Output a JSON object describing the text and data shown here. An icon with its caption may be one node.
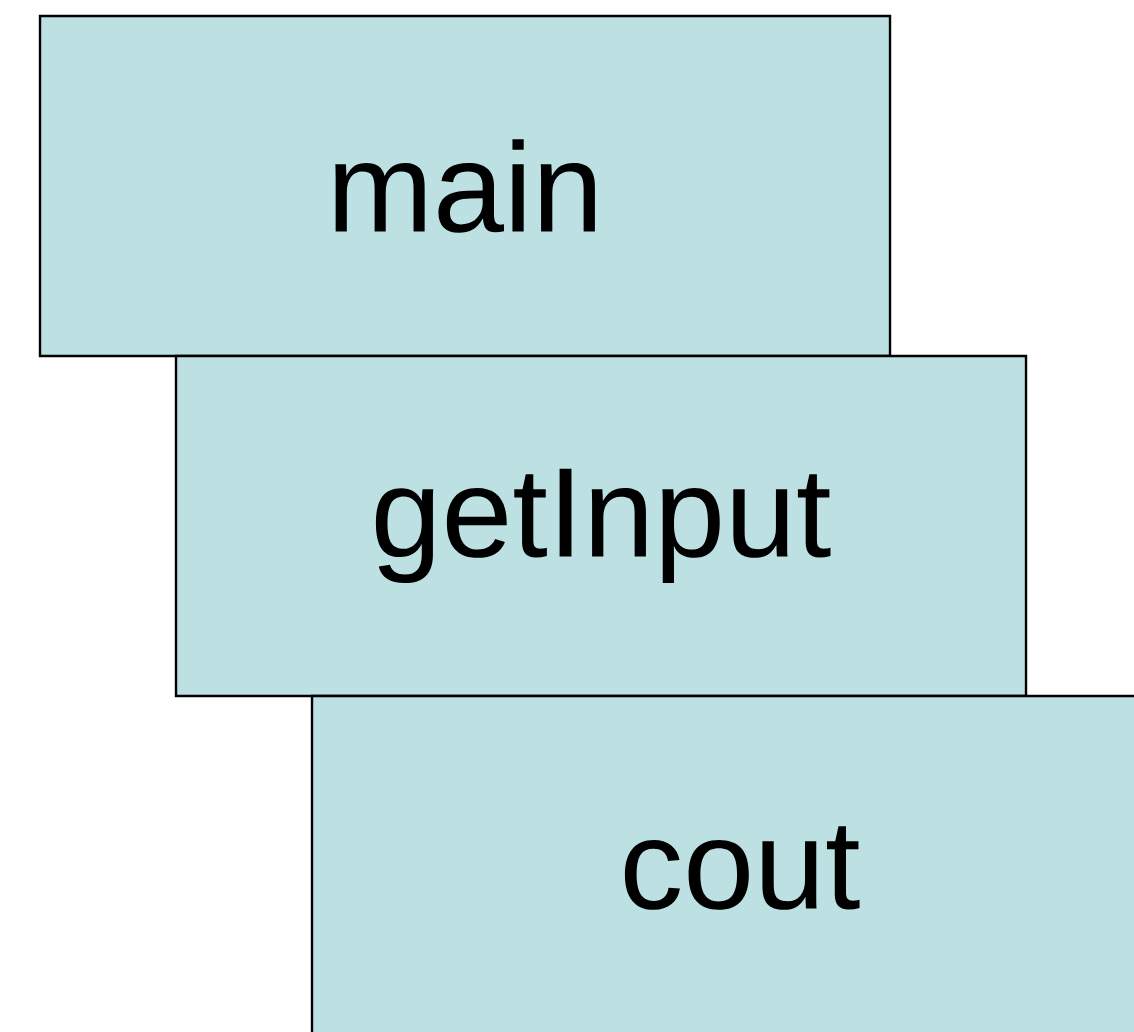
{
  "diagram": {
    "nodes": [
      {
        "text": [
          "main"
        ]
      },
      {
        "text": [
          "getInput"
        ]
      },
      {
        "text": [
          "cout"
        ]
      }
    ]
  }
}
